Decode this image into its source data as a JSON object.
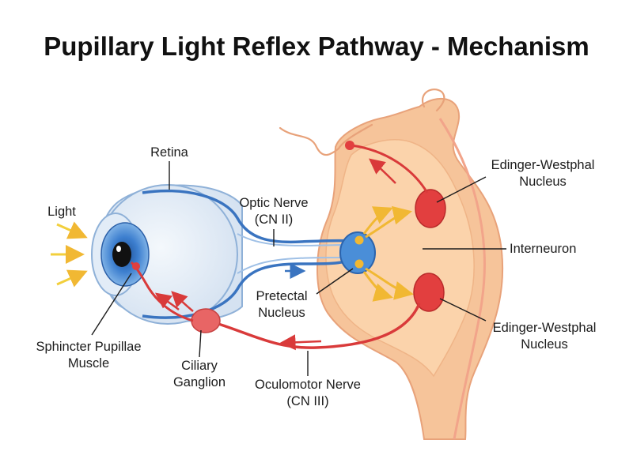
{
  "title": "Pupillary Light Reflex Pathway - Mechanism",
  "labels": {
    "retina": "Retina",
    "light": "Light",
    "optic_nerve": [
      "Optic Nerve",
      "(CN II)"
    ],
    "ew_upper": [
      "Edinger-Westphal",
      "Nucleus"
    ],
    "interneuron": "Interneuron",
    "pretectal": [
      "Pretectal",
      "Nucleus"
    ],
    "ew_lower": [
      "Edinger-Westphal",
      "Nucleus"
    ],
    "sphincter": [
      "Sphincter Pupillae",
      "Muscle"
    ],
    "ciliary": [
      "Ciliary",
      "Ganglion"
    ],
    "oculomotor": [
      "Oculomotor Nerve",
      "(CN III)"
    ]
  },
  "colors": {
    "brain_fill": "#fbd3ab",
    "brain_outer": "#f6c49a",
    "brain_edge": "#e8a27a",
    "midline": "#f2a48a",
    "nerve_blue": "#3a74c0",
    "nerve_red": "#d93a3a",
    "nucleus_red": "#e23f3f",
    "pretectal_blue": "#4a8ed8",
    "interneuron_yellow": "#f1b833",
    "light_yellow": "#f2cf3c",
    "eye_white": "#e7eef7",
    "iris_blue": "#3d7fcf"
  }
}
